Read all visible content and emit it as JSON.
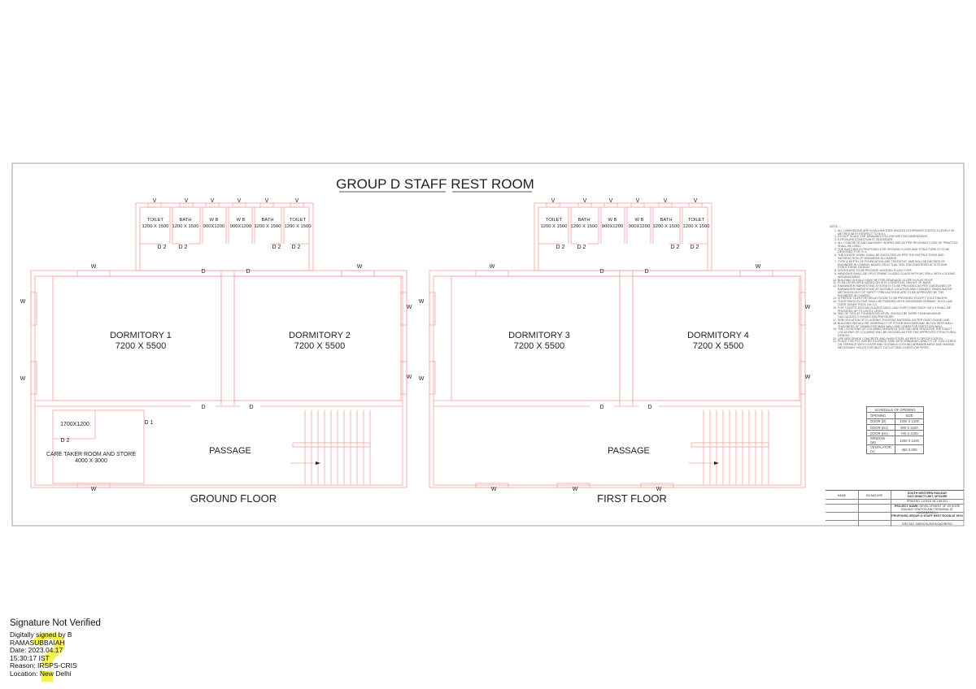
{
  "drawing": {
    "title": "GROUP D STAFF  REST ROOM",
    "line_color": "#f5a0a0",
    "floors": [
      {
        "caption": "GROUND FLOOR",
        "rooms": [
          {
            "name": "DORMITORY 1",
            "size": "7200 X 5500"
          },
          {
            "name": "DORMITORY 2",
            "size": "7200 X 5500"
          }
        ],
        "utility": [
          {
            "name": "TOILET",
            "size": "1200 X 1500"
          },
          {
            "name": "BATH",
            "size": "1200 X 1500"
          },
          {
            "name": "W B",
            "size": "900X1200"
          },
          {
            "name": "W B",
            "size": "900X1200"
          },
          {
            "name": "BATH",
            "size": "1200 X 1500"
          },
          {
            "name": "TOILET",
            "size": "1200 X 1500"
          }
        ],
        "passage": "PASSAGE",
        "caretaker": {
          "name": "CARE TAKER ROOM AND STORE",
          "size": "4000 X 3000",
          "inner": "1700X1200",
          "door": "D 2",
          "door_main": "D 1"
        }
      },
      {
        "caption": "FIRST FLOOR",
        "rooms": [
          {
            "name": "DORMITORY 3",
            "size": "7200 X 5500"
          },
          {
            "name": "DORMITORY 4",
            "size": "7200 X 5500"
          }
        ],
        "utility": [
          {
            "name": "TOILET",
            "size": "1200 X 1500"
          },
          {
            "name": "BATH",
            "size": "1200 X 1500"
          },
          {
            "name": "W B",
            "size": "900X1200"
          },
          {
            "name": "W B",
            "size": "900X1200"
          },
          {
            "name": "BATH",
            "size": "1200 X 1500"
          },
          {
            "name": "TOILET",
            "size": "1200 X 1500"
          }
        ],
        "passage": "PASSAGE"
      }
    ],
    "marks": {
      "ventilator": "V",
      "window": "W",
      "door": "D",
      "door2": "D 2"
    }
  },
  "notes": {
    "heading": "NOTE :-",
    "items": [
      "ALL DIMENSIONS ARE IN MILLIMETRES UNLESS OTHERWISE STATED & LEVELS IN METRES WITH RESPECT TO M.S.L.",
      "DO NOT SCALE THE DRAWING FOLLOW WRITTEN DIMENSIONS.",
      "EXPOSURE CONDITION IS 'MODERATE'",
      "ALL CONCRETE AND MASONRY WORKS ARE AS PER RELEVANT CODE OF PRACTICE SHALL BE USED.",
      "THE BUILDING IS PROPOSED FOR GROUND FLOOR AND STRUCTURE IS TO BE DESIGNED FOR G+1",
      "THE ENTIRE WORK SHALL BE EXECUTED AS PER THE INSTRUCTIONS AND SATISFACTION OF ENGINEER IN CHARGE.",
      "TYPE & DEPTH OF FOUNDATION ARE TENTATIVE, AND WILL BE DECIDED BY ENGINEER IN CHARGE BASED ON ACTUAL SOIL ENCOUNTERED AT SITE AND STRUCTURAL DESIGN.",
      "DOORS ARE TO BE PROVIDE WOODEN FLUSH TYPE.",
      "WINDOWS SHALL BE UPVC FRAME GLAZED GLASS WITH MS GRILL WITH LOCKING ARRANGEMENT.",
      "BUILDING SHOULD HAVE BETTER DRAINAGE SLOPE IN FLAT ROOF.",
      "PLAN DEVELOPED BASED ON SITE CONDITION, HEIGHT OF BASH.",
      "RAINWATER HARVESTING SYSTEM IS TO BE PROVIDED AS PER GUIDELINES OF RAINWATER HARVESTING AT SUITABLE LOCATION AND CONNECT DRAIN WATER METHODOLOGY OF SAFETY PRECAUTIONS ARE TO BE APPROVED BY THE ENGINEER IN CHARGE.",
      "VITRIFIED TILES FOR RELAY ROOM TO BE PROVIDED EXCEPT TOILET/BATHS.",
      "TOILET/BATH FLOOR SHALL BE FINISHED WITH 300X300MM CERAMIC TILES LAID OVER 100MM THICK CM 1:3",
      "FOR TOILETS 300X300 GLAZED DADO LAID OVER 10MM THICK CM 1:3 SHALL BE PROVIDED UP TO LINTEL LEVEL.",
      "SBC OF SOIL AT FOUNDATION LEVEL SHOULD BE MORE THAN MAXIMUM CALCULATED FOUNDATION PRESSURE.",
      "SPECIFICATION OF FLOORING, ROOFING MATERIAL AS PER RDSO GUIDE LINE.",
      "BUILDING SHOULD BE GENERALLY OF STONE MASONRY/AAC BLOCK WITH WALL THICKNESS OF 230MM FOR MAIN WALL AND 115MM FOR PARTITION WALL.",
      "THE LOCATIONS OF COLUMNS SHOWN IN THIS GAD ARE TENTATIVE THE EXACT LOCATIONS OF COLUMNS WILL BE DECIDED AS PER THE APPROVED STRUCTURAL DESIGN.",
      "USE M25 GRADE CONCRETE AND Fe500 STEEL AS PER IS SPECIFICATION.",
      "PLACE THE PVC WATER STORAGE TANK WITH MINIMUM CAPACITY OF 1000 LITRES ON TERRACE WITH COVER AND SUITABLE LOCKING ARRANGEMENT AND MAKING NECESSARY HOLES FOR INLET OUTLET AND OVERFLOW PIPES."
    ]
  },
  "schedule": {
    "title": "SCHEDULE OF OPENING",
    "headers": [
      "OPENING",
      "SIZE"
    ],
    "rows": [
      [
        "DOOR (D)",
        "1200 X 2100"
      ],
      [
        "DOOR (D1)",
        "900 X 2100"
      ],
      [
        "DOOR (D2)",
        "700 X 2100"
      ],
      [
        "WINDOW (W)",
        "1200 X 1200"
      ],
      [
        "VENTILATOR (V)",
        "450 X 600"
      ]
    ]
  },
  "title_block": {
    "col_name": "NAME",
    "col_signature": "SIGNATURE",
    "org": "SOUTH WESTERN RAILWAY",
    "unit": "GATI SHAKTI UNIT, MYSORE",
    "printed": "PRINTED: 14.03 & 18.1.55.001",
    "project_label": "PROJECT NAME:",
    "project": "DEVELOPMENT OF MYSORE RAILWAY STATION AND TERMINAL AT NAGANAHALLI",
    "drawing_name": "PROPOSED GROUP-D STAFF REST ROOM AT MYS",
    "drg_no": "DRG NO: SWR/GSU/MYS/GpD/RR/01"
  },
  "signature": {
    "status": "Signature Not Verified",
    "lines": [
      "Digitally signed by B",
      "RAMASUBBAIAH",
      "Date: 2023.04.17",
      "15:30:17 IST",
      "Reason: IRSPS-CRIS",
      "Location: New Delhi"
    ]
  }
}
